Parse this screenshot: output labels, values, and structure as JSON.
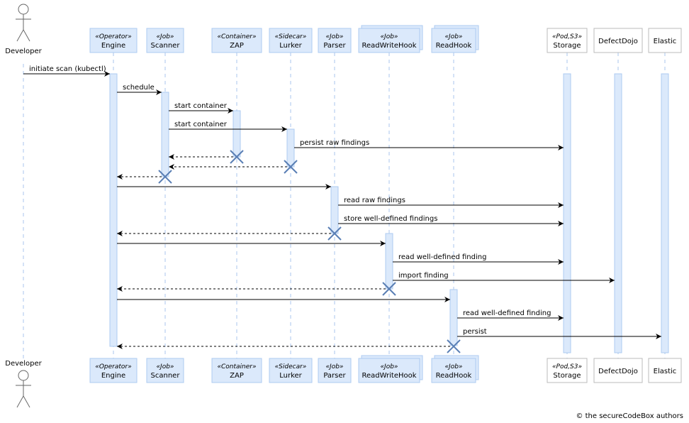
{
  "participants": [
    {
      "id": "developer",
      "name": "Developer",
      "stereotype": "",
      "kind": "actor"
    },
    {
      "id": "engine",
      "name": "Engine",
      "stereotype": "«Operator»",
      "kind": "box"
    },
    {
      "id": "scanner",
      "name": "Scanner",
      "stereotype": "«Job»",
      "kind": "box"
    },
    {
      "id": "zap",
      "name": "ZAP",
      "stereotype": "«Container»",
      "kind": "box"
    },
    {
      "id": "lurker",
      "name": "Lurker",
      "stereotype": "«Sidecar»",
      "kind": "box"
    },
    {
      "id": "parser",
      "name": "Parser",
      "stereotype": "«Job»",
      "kind": "box"
    },
    {
      "id": "readwritehook",
      "name": "ReadWriteHook",
      "stereotype": "«Job»",
      "kind": "stack"
    },
    {
      "id": "readhook",
      "name": "ReadHook",
      "stereotype": "«Job»",
      "kind": "stack"
    },
    {
      "id": "storage",
      "name": "Storage",
      "stereotype": "«Pod,S3»",
      "kind": "plain"
    },
    {
      "id": "defectdojo",
      "name": "DefectDojo",
      "stereotype": "",
      "kind": "plain"
    },
    {
      "id": "elastic",
      "name": "Elastic",
      "stereotype": "",
      "kind": "plain"
    }
  ],
  "messages": [
    {
      "from": "developer",
      "to": "engine",
      "label": "initiate scan (kubectl)",
      "style": "solid"
    },
    {
      "from": "engine",
      "to": "scanner",
      "label": "schedule",
      "style": "solid"
    },
    {
      "from": "scanner",
      "to": "zap",
      "label": "start container",
      "style": "solid"
    },
    {
      "from": "scanner",
      "to": "lurker",
      "label": "start container",
      "style": "solid"
    },
    {
      "from": "lurker",
      "to": "storage",
      "label": "persist raw findings",
      "style": "solid"
    },
    {
      "from": "zap",
      "to": "scanner",
      "label": "",
      "style": "dashed"
    },
    {
      "from": "lurker",
      "to": "scanner",
      "label": "",
      "style": "dashed"
    },
    {
      "from": "scanner",
      "to": "engine",
      "label": "",
      "style": "dashed"
    },
    {
      "from": "engine",
      "to": "parser",
      "label": "",
      "style": "solid"
    },
    {
      "from": "parser",
      "to": "storage",
      "label": "read raw findings",
      "style": "solid"
    },
    {
      "from": "parser",
      "to": "storage",
      "label": "store well-defined findings",
      "style": "solid"
    },
    {
      "from": "parser",
      "to": "engine",
      "label": "",
      "style": "dashed"
    },
    {
      "from": "engine",
      "to": "readwritehook",
      "label": "",
      "style": "solid"
    },
    {
      "from": "readwritehook",
      "to": "storage",
      "label": "read well-defined finding",
      "style": "solid"
    },
    {
      "from": "readwritehook",
      "to": "defectdojo",
      "label": "import finding",
      "style": "solid"
    },
    {
      "from": "readwritehook",
      "to": "engine",
      "label": "",
      "style": "dashed"
    },
    {
      "from": "engine",
      "to": "readhook",
      "label": "",
      "style": "solid"
    },
    {
      "from": "readhook",
      "to": "storage",
      "label": "read well-defined finding",
      "style": "solid"
    },
    {
      "from": "readhook",
      "to": "elastic",
      "label": "persist",
      "style": "solid"
    },
    {
      "from": "readhook",
      "to": "engine",
      "label": "",
      "style": "dashed"
    }
  ],
  "copyright": "© the secureCodeBox authors",
  "colors": {
    "box_fill": "#dbe9fb",
    "box_border": "#aecbf0",
    "plain_fill": "#ffffff",
    "plain_border": "#bbbbbb",
    "lifeline": "#a9c6ee",
    "destroy": "#5a7fb5",
    "line": "#000000"
  }
}
